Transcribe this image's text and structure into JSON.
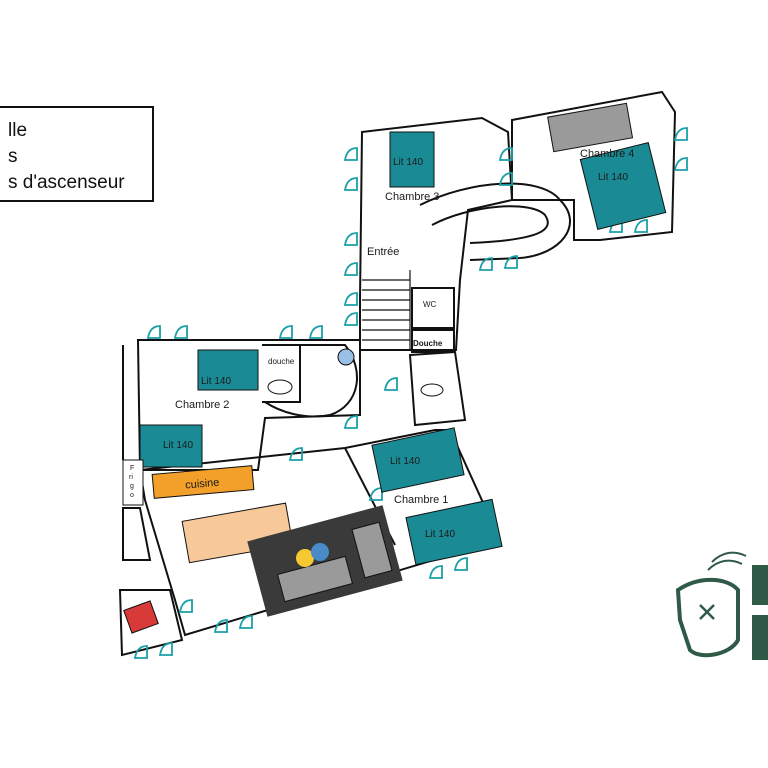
{
  "legend": {
    "lines": [
      "lle",
      "s",
      "s d'ascenseur"
    ]
  },
  "rooms": {
    "chambre1": "Chambre 1",
    "chambre2": "Chambre 2",
    "chambre3": "Chambre 3",
    "chambre4": "Chambre 4",
    "entree": "Entrée",
    "wc": "WC",
    "douche_bold": "Douche",
    "douche_small": "douche",
    "cuisine": "cuisine",
    "frigo": [
      "F",
      "ri",
      "g",
      "o"
    ]
  },
  "beds": {
    "label": "Lit 140"
  },
  "colors": {
    "bed": "#1a8a95",
    "cuisine": "#f3a02a",
    "table": "#f6c89a",
    "rug": "#3a3a3a",
    "teal_door": "#1aa0a8",
    "logo": "#2f5a48",
    "red": "#d83a3a"
  }
}
